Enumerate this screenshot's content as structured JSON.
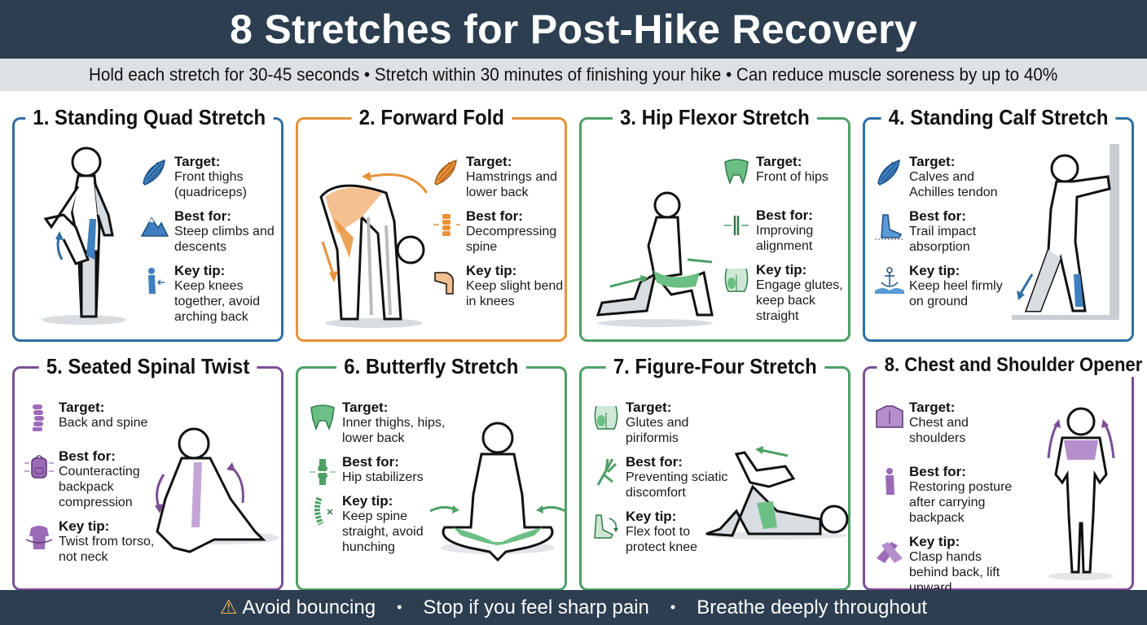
{
  "header": {
    "title": "8 Stretches for Post-Hike Recovery",
    "subtitle": "Hold each stretch for 30-45 seconds • Stretch within 30 minutes of finishing your hike • Can reduce muscle soreness by up to 40%"
  },
  "colors": {
    "header_bg": "#2c3e50",
    "subbar_bg": "#dde1e5",
    "blue": "#2f6fa3",
    "orange": "#e8923a",
    "green": "#4ea066",
    "purple": "#7b4f96",
    "warning": "#f0b44c"
  },
  "stretches": [
    {
      "title": "1. Standing Quad Stretch",
      "color": "blue",
      "target_label": "Target:",
      "target": "Front thighs (quadriceps)",
      "target_icon": "muscle-icon",
      "best_label": "Best for:",
      "best": "Steep climbs and descents",
      "best_icon": "mountain-icon",
      "tip_label": "Key tip:",
      "tip": "Keep knees together, avoid arching back",
      "tip_icon": "posture-icon"
    },
    {
      "title": "2. Forward Fold",
      "color": "orange",
      "target_label": "Target:",
      "target": "Hamstrings and lower back",
      "target_icon": "muscle-icon",
      "best_label": "Best for:",
      "best": "Decompressing spine",
      "best_icon": "spine-icon",
      "tip_label": "Key tip:",
      "tip": "Keep slight bend in knees",
      "tip_icon": "knee-icon"
    },
    {
      "title": "3. Hip Flexor Stretch",
      "color": "green",
      "target_label": "Target:",
      "target": "Front of hips",
      "target_icon": "pelvis-icon",
      "best_label": "Best for:",
      "best": "Improving alignment",
      "best_icon": "alignment-icon",
      "tip_label": "Key tip:",
      "tip": "Engage glutes, keep back straight",
      "tip_icon": "glutes-icon"
    },
    {
      "title": "4. Standing Calf Stretch",
      "color": "blue",
      "target_label": "Target:",
      "target": "Calves and Achilles tendon",
      "target_icon": "muscle-icon",
      "best_label": "Best for:",
      "best": "Trail impact absorption",
      "best_icon": "foot-icon",
      "tip_label": "Key tip:",
      "tip": "Keep heel firmly on ground",
      "tip_icon": "anchor-icon"
    },
    {
      "title": "5. Seated Spinal Twist",
      "color": "purple",
      "target_label": "Target:",
      "target": "Back and spine",
      "target_icon": "spine-icon",
      "best_label": "Best for:",
      "best": "Counteracting backpack compression",
      "best_icon": "backpack-icon",
      "tip_label": "Key tip:",
      "tip": "Twist from torso, not neck",
      "tip_icon": "torso-icon"
    },
    {
      "title": "6. Butterfly Stretch",
      "color": "green",
      "target_label": "Target:",
      "target": "Inner thighs, hips, lower back",
      "target_icon": "pelvis-icon",
      "best_label": "Best for:",
      "best": "Hip stabilizers",
      "best_icon": "joint-icon",
      "tip_label": "Key tip:",
      "tip": "Keep spine straight, avoid hunching",
      "tip_icon": "spine-icon"
    },
    {
      "title": "7. Figure-Four Stretch",
      "color": "green",
      "target_label": "Target:",
      "target": "Glutes and piriformis",
      "target_icon": "glutes-icon",
      "best_label": "Best for:",
      "best": "Preventing sciatic discomfort",
      "best_icon": "nerve-icon",
      "tip_label": "Key tip:",
      "tip": "Flex foot to protect knee",
      "tip_icon": "foot-flex-icon"
    },
    {
      "title": "8. Chest and Shoulder Opener",
      "color": "purple",
      "target_label": "Target:",
      "target": "Chest and shoulders",
      "target_icon": "chest-icon",
      "best_label": "Best for:",
      "best": "Restoring posture after carrying backpack",
      "best_icon": "posture-icon",
      "tip_label": "Key tip:",
      "tip": "Clasp hands behind back, lift upward",
      "tip_icon": "clasped-hands-icon"
    }
  ],
  "footer": {
    "warning_icon": "warning-icon",
    "items": [
      "Avoid bouncing",
      "Stop if you feel sharp pain",
      "Breathe deeply throughout"
    ],
    "separator": "•"
  }
}
